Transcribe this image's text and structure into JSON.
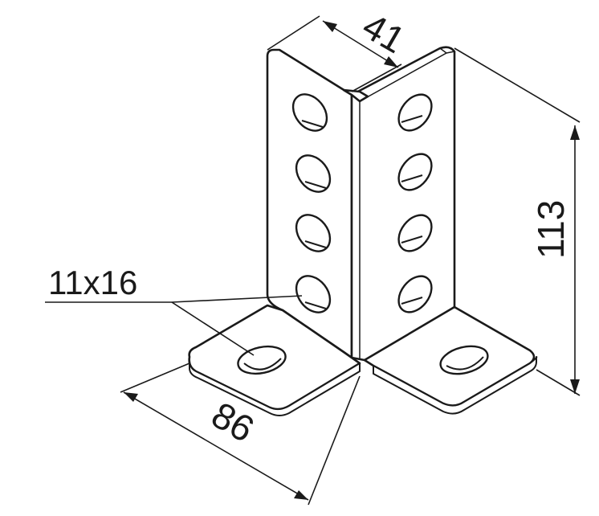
{
  "dimensions": {
    "width_top": "41",
    "height": "113",
    "base_length": "86",
    "hole_size": "11x16"
  },
  "colors": {
    "line": "#1a1a1a",
    "background": "#ffffff"
  }
}
